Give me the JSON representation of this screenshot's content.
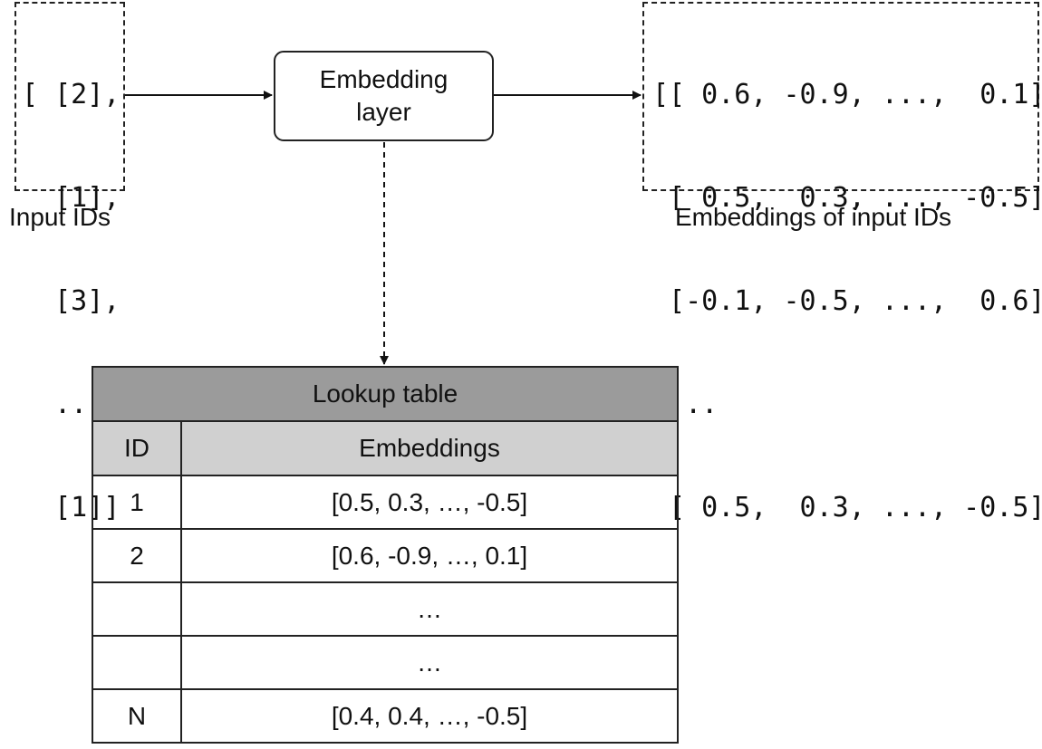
{
  "input_ids": {
    "lines": [
      "[ [2],",
      "  [1],",
      "  [3],",
      "  ...",
      "  [1]]"
    ],
    "caption": "Input IDs"
  },
  "embedding_layer": {
    "label": "Embedding layer"
  },
  "output_embeddings": {
    "lines": [
      "[[ 0.6, -0.9, ...,  0.1]",
      " [ 0.5,  0.3, ..., -0.5]",
      " [-0.1, -0.5, ...,  0.6]",
      " ...",
      " [ 0.5,  0.3, ..., -0.5]]"
    ],
    "caption": "Embeddings of input IDs"
  },
  "lookup_table": {
    "title": "Lookup table",
    "columns": [
      "ID",
      "Embeddings"
    ],
    "rows": [
      {
        "id": "1",
        "embedding": "[0.5, 0.3, …, -0.5]"
      },
      {
        "id": "2",
        "embedding": "[0.6, -0.9, …, 0.1]"
      },
      {
        "id": "",
        "embedding": "…"
      },
      {
        "id": "",
        "embedding": "…"
      },
      {
        "id": "N",
        "embedding": "[0.4, 0.4, …, -0.5]"
      }
    ]
  }
}
